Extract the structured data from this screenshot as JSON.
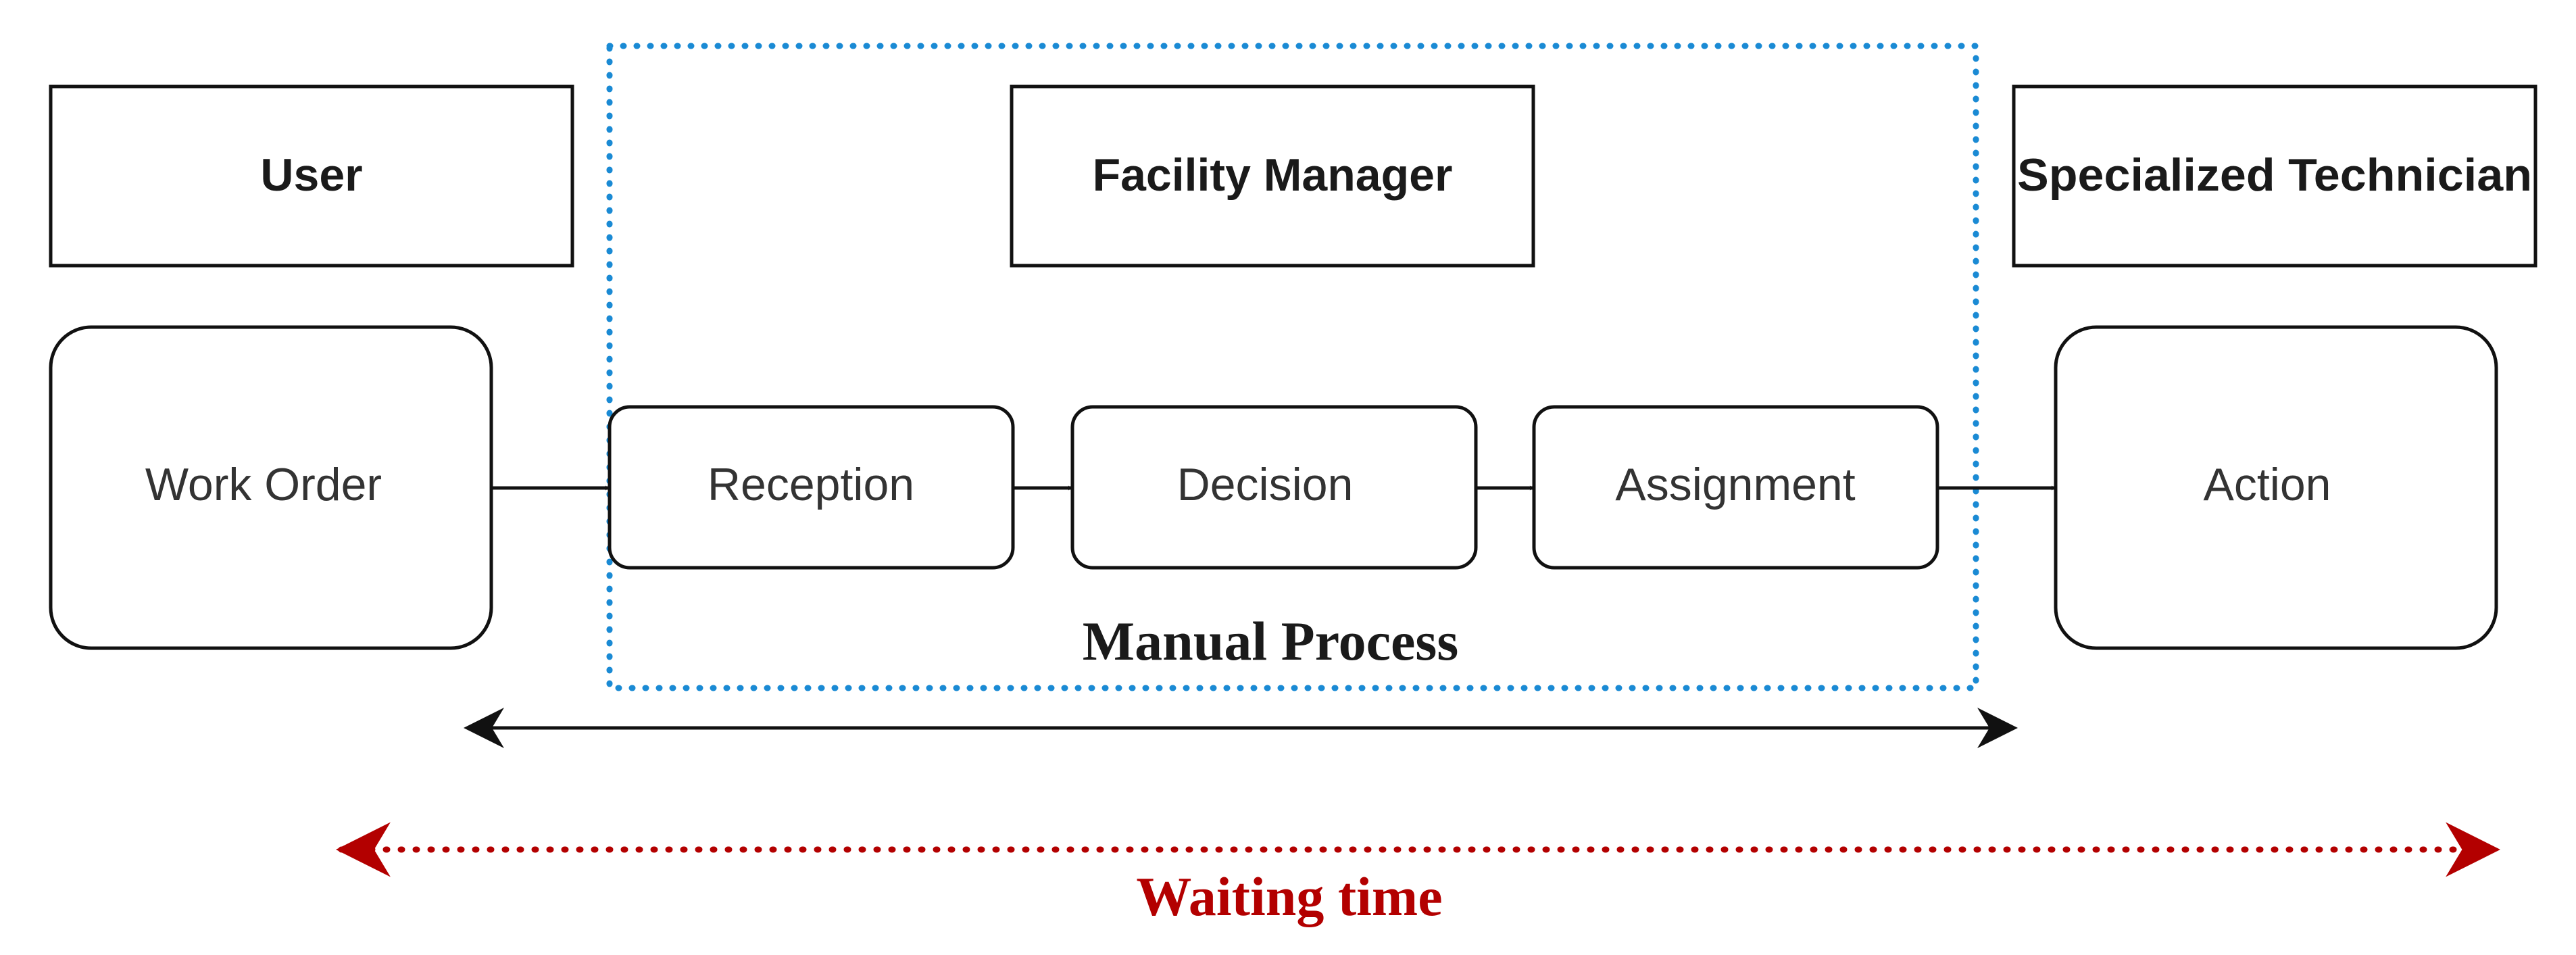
{
  "roles": {
    "user": "User",
    "facility_manager": "Facility Manager",
    "specialized_technician": "Specialized Technician"
  },
  "steps": {
    "work_order": "Work Order",
    "reception": "Reception",
    "decision": "Decision",
    "assignment": "Assignment",
    "action": "Action"
  },
  "labels": {
    "manual_process": "Manual Process",
    "waiting_time": "Waiting time"
  },
  "colors": {
    "process_boundary": "#1a8ad4",
    "waiting_time": "#b30000",
    "stroke": "#111111"
  }
}
